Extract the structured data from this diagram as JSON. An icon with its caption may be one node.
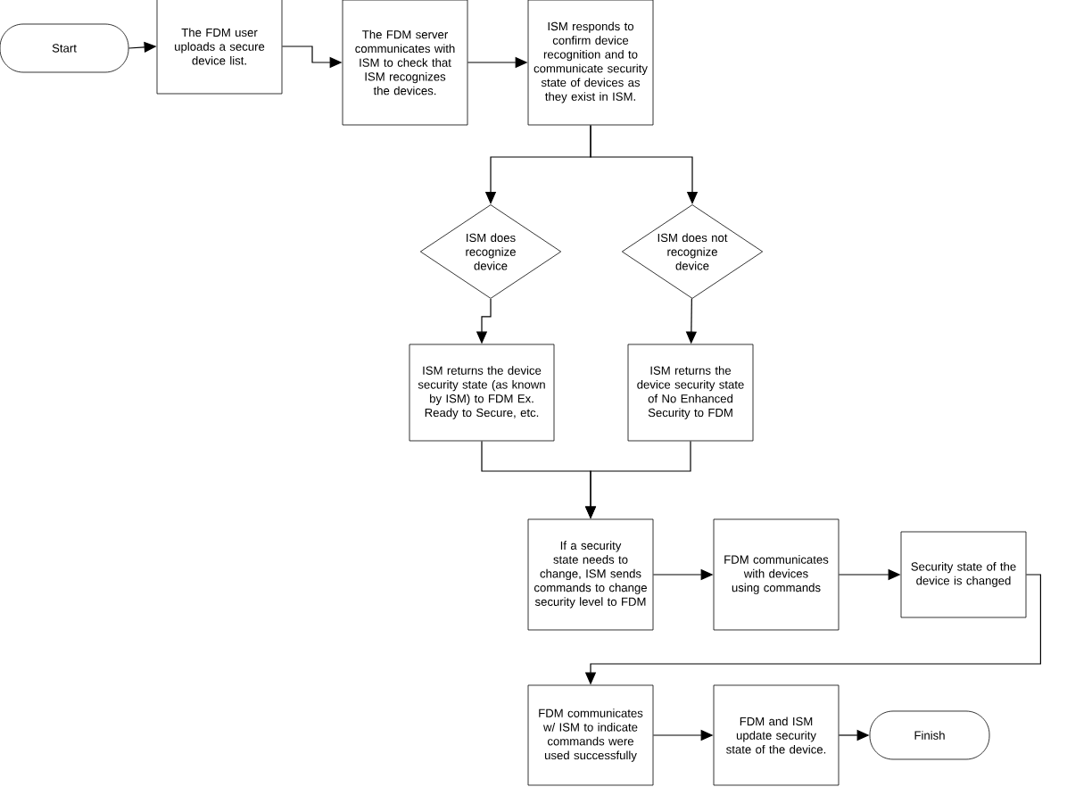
{
  "diagram": {
    "nodes": [
      {
        "text": [
          "Start"
        ]
      },
      {
        "text": [
          "The FDM user uploads a secure device list."
        ]
      },
      {
        "text": [
          "The FDM server communicates with ISM to check that ISM recognizes the devices."
        ]
      },
      {
        "text": [
          "ISM responds to confirm device recognition and to communicate security state of devices as they exist in ISM."
        ]
      },
      {
        "text": [
          "ISM does recognize device"
        ]
      },
      {
        "text": [
          "ISM does not recognize device"
        ]
      },
      {
        "text": [
          "ISM returns the device security state (as known by ISM) to FDM Ex. Ready to Secure, etc."
        ]
      },
      {
        "text": [
          "ISM returns the device security state of No Enhanced Security to FDM"
        ]
      },
      {
        "text": [
          "If a security state needs to change, ISM sends commands to change security level to FDM"
        ]
      },
      {
        "text": [
          "FDM communicates with devices using commands"
        ]
      },
      {
        "text": [
          "Security state of the device is changed"
        ]
      },
      {
        "text": [
          "FDM communicates w/ ISM to indicate commands were used successfully"
        ]
      },
      {
        "text": [
          "FDM and ISM update security state of the device."
        ]
      },
      {
        "text": [
          "Finish"
        ]
      }
    ],
    "edges": [
      {
        "from": 0,
        "to": 1,
        "arrow": "to"
      },
      {
        "from": 1,
        "to": 2,
        "arrow": "to"
      },
      {
        "from": 2,
        "to": 3,
        "arrow": "to"
      },
      {
        "from": 3,
        "to": 4,
        "arrow": "to"
      },
      {
        "from": 3,
        "to": 5,
        "arrow": "to"
      },
      {
        "from": 4,
        "to": 6,
        "arrow": "to"
      },
      {
        "from": 5,
        "to": 7,
        "arrow": "to"
      },
      {
        "from": 6,
        "to": 8,
        "arrow": "to"
      },
      {
        "from": 7,
        "to": 8,
        "arrow": "to"
      },
      {
        "from": 8,
        "to": 9,
        "arrow": "to"
      },
      {
        "from": 9,
        "to": 10,
        "arrow": "to"
      },
      {
        "from": 10,
        "to": 11,
        "arrow": "to"
      },
      {
        "from": 11,
        "to": 12,
        "arrow": "to"
      },
      {
        "from": 12,
        "to": 13,
        "arrow": "to"
      }
    ]
  }
}
